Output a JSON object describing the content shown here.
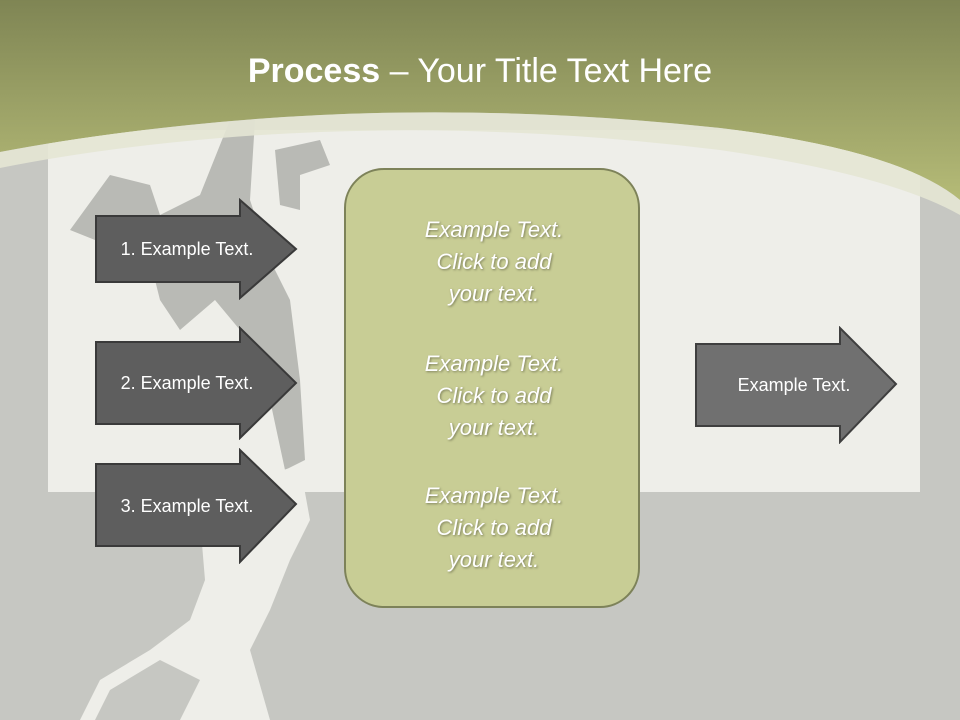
{
  "slide": {
    "title_bold": "Process",
    "title_dash": " – ",
    "title_rest": "Your Title Text Here"
  },
  "left_arrows": [
    {
      "label": "1. Example Text."
    },
    {
      "label": "2. Example Text."
    },
    {
      "label": "3. Example Text."
    }
  ],
  "center_box": {
    "paragraphs": [
      "Example Text.\nClick  to add\nyour text.",
      "Example Text.\nClick  to add\nyour text.",
      "Example Text.\nClick  to add\nyour text."
    ]
  },
  "right_arrow": {
    "label": "Example Text."
  },
  "colors": {
    "header_green": "#b3b873",
    "dark_arrow": "#5e5e5e",
    "medium_arrow": "#707070",
    "box_fill": "#c8cd95",
    "background": "#c6c7c2"
  }
}
